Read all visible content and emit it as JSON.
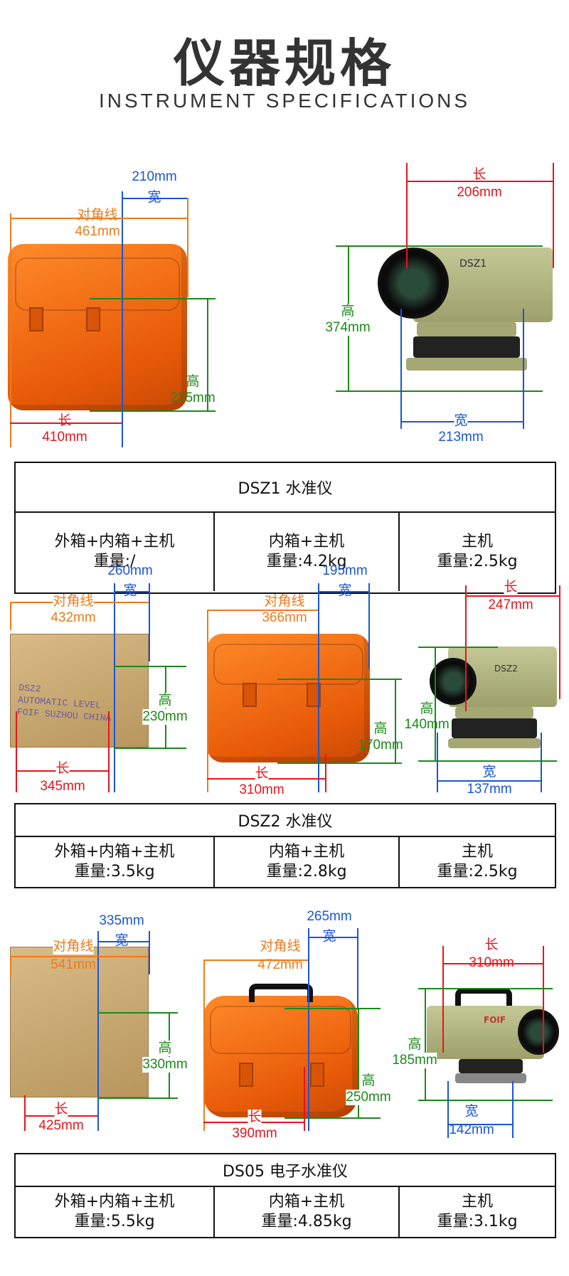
{
  "header": {
    "title": "仪器规格",
    "subtitle": "INSTRUMENT SPECIFICATIONS"
  },
  "colors": {
    "diagonal": "#f07a1a",
    "width": "#1a56d6",
    "height": "#1a8a1a",
    "length": "#e8141c"
  },
  "sections": [
    {
      "outer_case": {
        "width_label": "宽",
        "width": "210mm",
        "diag_label": "对角线",
        "diag": "461mm",
        "height_label": "高",
        "height": "225mm",
        "length_label": "长",
        "length": "410mm"
      },
      "instrument": {
        "model_mark": "DSZ1",
        "length_label": "长",
        "length": "206mm",
        "height_label": "高",
        "height": "374mm",
        "width_label": "宽",
        "width": "213mm"
      },
      "table": {
        "title": "DSZ1 水准仪",
        "cells": [
          {
            "label": "外箱+内箱+主机",
            "weight": "重量:/"
          },
          {
            "label": "内箱+主机",
            "weight": "重量:4.2kg"
          },
          {
            "label": "主机",
            "weight": "重量:2.5kg"
          }
        ]
      }
    },
    {
      "carton": {
        "print": [
          "DSZ2",
          "AUTOMATIC LEVEL",
          "FOIF SUZHOU CHINA"
        ],
        "width_label": "宽",
        "width": "260mm",
        "diag_label": "对角线",
        "diag": "432mm",
        "height_label": "高",
        "height": "230mm",
        "length_label": "长",
        "length": "345mm"
      },
      "inner_case": {
        "width_label": "宽",
        "width": "195mm",
        "diag_label": "对角线",
        "diag": "366mm",
        "height_label": "高",
        "height": "170mm",
        "length_label": "长",
        "length": "310mm"
      },
      "instrument": {
        "model_mark": "DSZ2",
        "length_label": "长",
        "length": "247mm",
        "height_label": "高",
        "height": "140mm",
        "width_label": "宽",
        "width": "137mm"
      },
      "table": {
        "title": "DSZ2 水准仪",
        "cells": [
          {
            "label": "外箱+内箱+主机",
            "weight": "重量:3.5kg"
          },
          {
            "label": "内箱+主机",
            "weight": "重量:2.8kg"
          },
          {
            "label": "主机",
            "weight": "重量:2.5kg"
          }
        ]
      }
    },
    {
      "carton": {
        "width_label": "宽",
        "width": "335mm",
        "diag_label": "对角线",
        "diag": "541mm",
        "height_label": "高",
        "height": "330mm",
        "length_label": "长",
        "length": "425mm"
      },
      "inner_case": {
        "width_label": "宽",
        "width": "265mm",
        "diag_label": "对角线",
        "diag": "472mm",
        "height_label": "高",
        "height": "250mm",
        "length_label": "长",
        "length": "390mm"
      },
      "instrument": {
        "model_mark": "FOIF",
        "length_label": "长",
        "length": "310mm",
        "height_label": "高",
        "height": "185mm",
        "width_label": "宽",
        "width": "142mm"
      },
      "table": {
        "title": "DS05 电子水准仪",
        "cells": [
          {
            "label": "外箱+内箱+主机",
            "weight": "重量:5.5kg"
          },
          {
            "label": "内箱+主机",
            "weight": "重量:4.85kg"
          },
          {
            "label": "主机",
            "weight": "重量:3.1kg"
          }
        ]
      }
    }
  ]
}
